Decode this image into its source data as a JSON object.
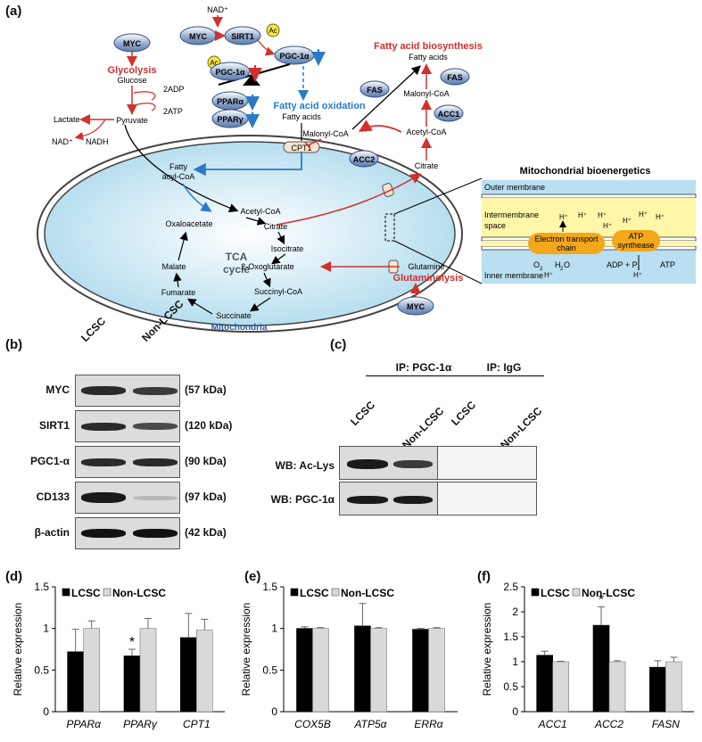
{
  "panels": {
    "a": "(a)",
    "b": "(b)",
    "c": "(c)",
    "d": "(d)",
    "e": "(e)",
    "f": "(f)"
  },
  "diagram": {
    "myc": "MYC",
    "sirt1": "SIRT1",
    "nad_plus": "NAD⁺",
    "ac": "Ac",
    "pgc1a": "PGC-1α",
    "ppara": "PPARα",
    "pparg": "PPARγ",
    "glycolysis": "Glycolysis",
    "glucose": "Glucose",
    "adp2": "2ADP",
    "atp2": "2ATP",
    "lactate": "Lactate",
    "pyruvate": "Pyruvate",
    "nad": "NAD⁺",
    "nadh": "NADH",
    "fao_title": "Fatty acid oxidation",
    "fatty_acids": "Fatty acids",
    "fab_title": "Fatty acid biosynthesis",
    "fatty_acids2": "Fatty acids",
    "fas": "FAS",
    "malonyl": "Malonyl-CoA",
    "acc1": "ACC1",
    "acc2": "ACC2",
    "acetyl": "Acetyl-CoA",
    "citrate": "Citrate",
    "cpt1": "CPT1",
    "fatty_acyl_1": "Fatty",
    "fatty_acyl_2": "acyl-CoA",
    "acetyl_in": "Acetyl-CoA",
    "oxaloacetate": "Oxaloacetate",
    "citrate_in": "Citrate",
    "isocitrate": "Isocitrate",
    "tca1": "TCA",
    "tca2": "cycle",
    "malate": "Malate",
    "oxoglut": "2-Oxoglutarate",
    "fumarate": "Fumarate",
    "succinyl": "Succinyl-CoA",
    "succinate": "Succinate",
    "mito": "Mitochondria",
    "glutamine": "Glutamine",
    "glutaminolysis": "Glutaminolysis",
    "bio_title": "Mitochondrial bioenergetics",
    "outer": "Outer membrane",
    "inter1": "Intermembrane",
    "inter2": "space",
    "inner": "Inner membrane",
    "etc1": "Electron transport",
    "etc2": "chain",
    "atp_s1": "ATP",
    "atp_s2": "synthease",
    "hplus": "H⁺",
    "o2": "O",
    "o2sub": "2",
    "h2o": "H",
    "h2osub": "2",
    "h2o_o": "O",
    "adp_pi": "ADP + P",
    "pi_sub": "i",
    "atp": "ATP"
  },
  "blot_b": {
    "cols": [
      "LCSC",
      "Non-LCSC"
    ],
    "rows": [
      {
        "label": "MYC",
        "kda": "(57 kDa)"
      },
      {
        "label": "SIRT1",
        "kda": "(120 kDa)"
      },
      {
        "label": "PGC1-α",
        "kda": "(90 kDa)"
      },
      {
        "label": "CD133",
        "kda": "(97 kDa)"
      },
      {
        "label": "β-actin",
        "kda": "(42 kDa)"
      }
    ]
  },
  "blot_c": {
    "ip1": "IP: PGC-1α",
    "ip2": "IP: IgG",
    "cols": [
      "LCSC",
      "Non-LCSC",
      "LCSC",
      "Non-LCSC"
    ],
    "rows": [
      "WB: Ac-Lys",
      "WB: PGC-1α"
    ]
  },
  "chart_data": [
    {
      "type": "bar",
      "panel": "d",
      "categories": [
        "PPARα",
        "PPARγ",
        "CPT1"
      ],
      "series": [
        {
          "name": "LCSC",
          "values": [
            0.72,
            0.67,
            0.89
          ],
          "errors": [
            0.27,
            0.08,
            0.29
          ],
          "color": "#000000"
        },
        {
          "name": "Non-LCSC",
          "values": [
            1.0,
            1.0,
            0.98
          ],
          "errors": [
            0.09,
            0.12,
            0.13
          ],
          "color": "#d9d9d9"
        }
      ],
      "ylabel": "Relative expression",
      "ylim": [
        0,
        1.5
      ],
      "yticks": [
        "0",
        "0.5",
        "1",
        "1.5"
      ],
      "tickvals": [
        0,
        0.5,
        1,
        1.5
      ],
      "significance": [
        {
          "category": 1,
          "label": "*"
        }
      ],
      "legend": "top-left"
    },
    {
      "type": "bar",
      "panel": "e",
      "categories": [
        "COX5B",
        "ATP5α",
        "ERRα"
      ],
      "series": [
        {
          "name": "LCSC",
          "values": [
            1.0,
            1.03,
            0.99
          ],
          "errors": [
            0.02,
            0.27,
            0.01
          ],
          "color": "#000000"
        },
        {
          "name": "Non-LCSC",
          "values": [
            1.0,
            1.0,
            1.0
          ],
          "errors": [
            0.01,
            0.01,
            0.01
          ],
          "color": "#d9d9d9"
        }
      ],
      "ylabel": "Relative expression",
      "ylim": [
        0,
        1.5
      ],
      "yticks": [
        "0",
        "0.5",
        "1",
        "1.5"
      ],
      "tickvals": [
        0,
        0.5,
        1,
        1.5
      ],
      "significance": [],
      "legend": "top-left"
    },
    {
      "type": "bar",
      "panel": "f",
      "categories": [
        "ACC1",
        "ACC2",
        "FASN"
      ],
      "series": [
        {
          "name": "LCSC",
          "values": [
            1.13,
            1.73,
            0.89
          ],
          "errors": [
            0.08,
            0.37,
            0.13
          ],
          "color": "#000000"
        },
        {
          "name": "Non-LCSC",
          "values": [
            1.0,
            1.0,
            1.0
          ],
          "errors": [
            0.01,
            0.02,
            0.09
          ],
          "color": "#d9d9d9"
        }
      ],
      "ylabel": "Relative expression",
      "ylim": [
        0,
        2.5
      ],
      "yticks": [
        "0",
        "0.5",
        "1",
        "1.5",
        "2",
        "2.5"
      ],
      "tickvals": [
        0,
        0.5,
        1,
        1.5,
        2,
        2.5
      ],
      "significance": [
        {
          "category": 1,
          "label": "*"
        }
      ],
      "legend": "top-left"
    }
  ]
}
